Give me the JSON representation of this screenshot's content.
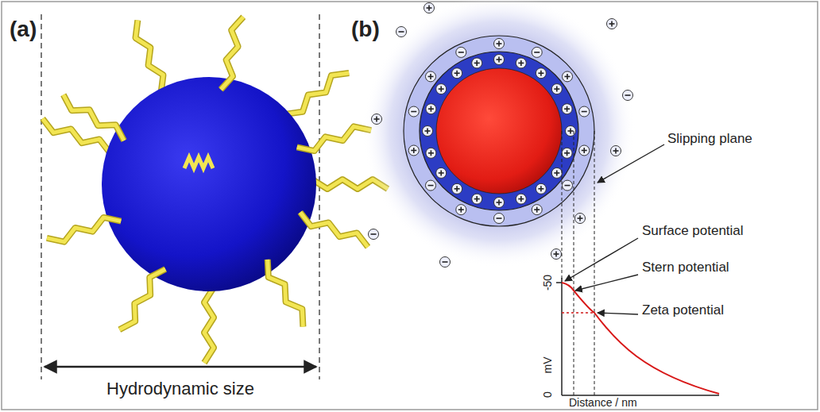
{
  "diagram": {
    "labels": [
      "(a)",
      "Hydrodynamic size",
      "(b)",
      "Slipping plane",
      "Surface potential",
      "Stern potential",
      "Zeta potential",
      "-50",
      "mV",
      "0",
      "Distance / nm"
    ]
  }
}
